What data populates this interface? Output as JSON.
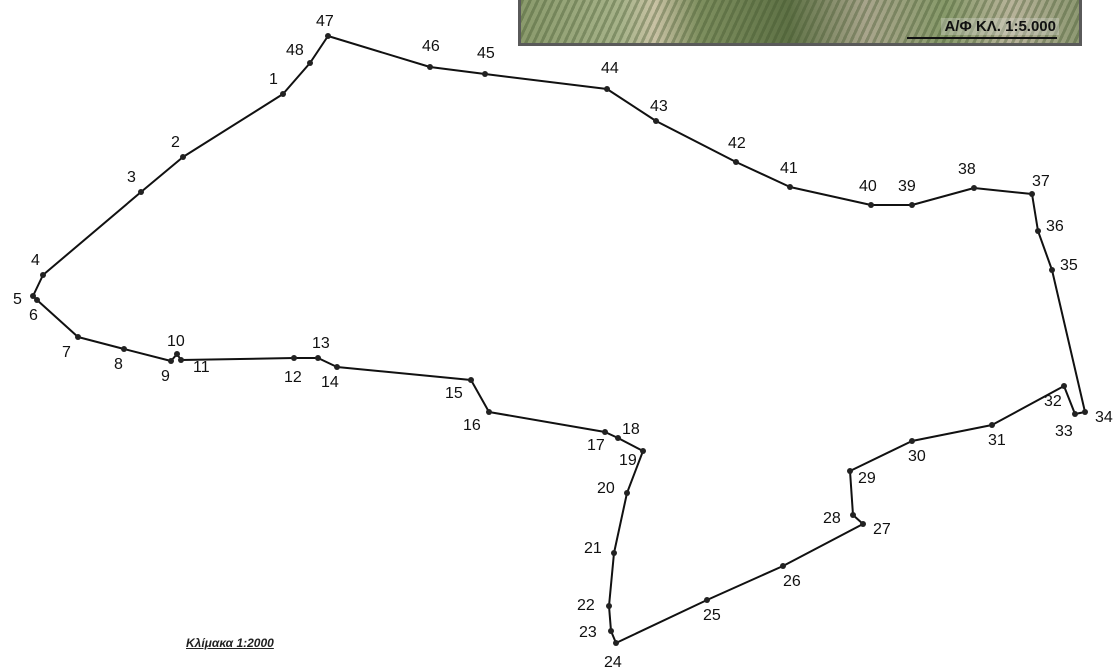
{
  "inset": {
    "caption": "Α/Φ ΚΛ. 1:5.000",
    "colors": {
      "frame": "#5a5a5a"
    }
  },
  "scale": {
    "text": "Κλίμακα  1:2000"
  },
  "boundary": {
    "color": "#111111",
    "vertices": [
      {
        "label": "1"
      },
      {
        "label": "2"
      },
      {
        "label": "3"
      },
      {
        "label": "4"
      },
      {
        "label": "5"
      },
      {
        "label": "6"
      },
      {
        "label": "7"
      },
      {
        "label": "8"
      },
      {
        "label": "9"
      },
      {
        "label": "10"
      },
      {
        "label": "11"
      },
      {
        "label": "12"
      },
      {
        "label": "13"
      },
      {
        "label": "14"
      },
      {
        "label": "15"
      },
      {
        "label": "16"
      },
      {
        "label": "17"
      },
      {
        "label": "18"
      },
      {
        "label": "19"
      },
      {
        "label": "20"
      },
      {
        "label": "21"
      },
      {
        "label": "22"
      },
      {
        "label": "23"
      },
      {
        "label": "24"
      },
      {
        "label": "25"
      },
      {
        "label": "26"
      },
      {
        "label": "27"
      },
      {
        "label": "28"
      },
      {
        "label": "29"
      },
      {
        "label": "30"
      },
      {
        "label": "31"
      },
      {
        "label": "32"
      },
      {
        "label": "33"
      },
      {
        "label": "34"
      },
      {
        "label": "35"
      },
      {
        "label": "36"
      },
      {
        "label": "37"
      },
      {
        "label": "38"
      },
      {
        "label": "39"
      },
      {
        "label": "40"
      },
      {
        "label": "41"
      },
      {
        "label": "42"
      },
      {
        "label": "43"
      },
      {
        "label": "44"
      },
      {
        "label": "45"
      },
      {
        "label": "46"
      },
      {
        "label": "47"
      },
      {
        "label": "48"
      }
    ]
  }
}
